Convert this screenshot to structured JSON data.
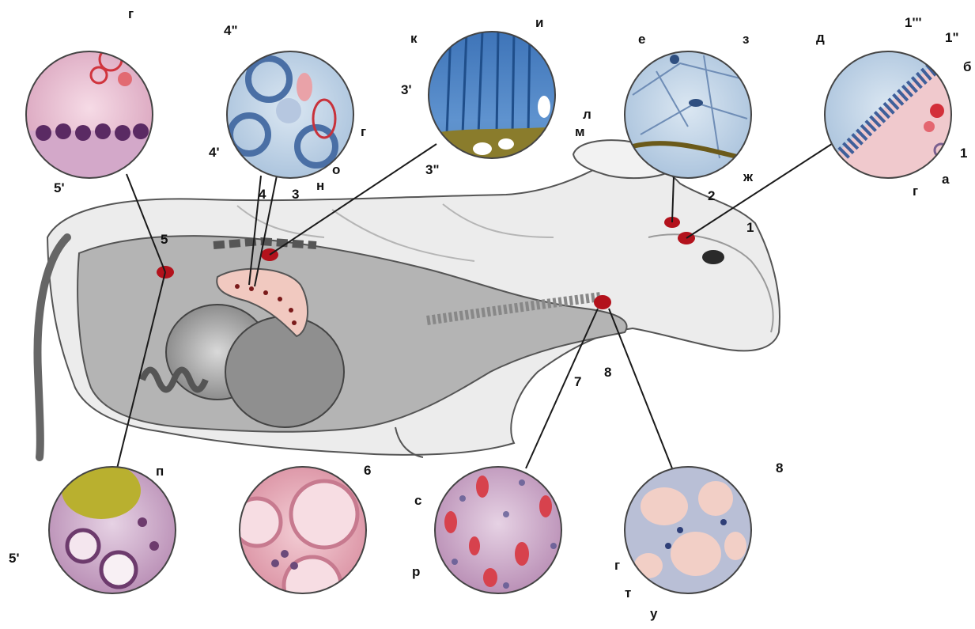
{
  "figure": {
    "subject": "cow",
    "marker_color": "#b3121c",
    "callout_line_color": "#1a1a1a",
    "label_color": "#111111"
  },
  "markers": [
    "1",
    "2",
    "3",
    "4",
    "5",
    "7",
    "8"
  ],
  "panels": {
    "top_left": {
      "labels": [
        "г",
        "5'"
      ]
    },
    "top_kidney": {
      "labels": [
        "4\"",
        "4'",
        "г",
        "о",
        "н"
      ]
    },
    "top_adrenal": {
      "labels": [
        "к",
        "и",
        "3'",
        "л",
        "м",
        "3\""
      ]
    },
    "top_pineal": {
      "labels": [
        "е",
        "з",
        "ж"
      ]
    },
    "top_pituitary": {
      "labels": [
        "д",
        "1'''",
        "1\"",
        "б",
        "1",
        "г",
        "а"
      ]
    },
    "bottom_pancreas": {
      "labels": [
        "п",
        "5'"
      ]
    },
    "bottom_testis": {
      "labels": [
        "6"
      ]
    },
    "bottom_parathyroid": {
      "labels": [
        "с",
        "р"
      ]
    },
    "bottom_thyroid": {
      "labels": [
        "8",
        "г",
        "т",
        "у"
      ]
    }
  }
}
